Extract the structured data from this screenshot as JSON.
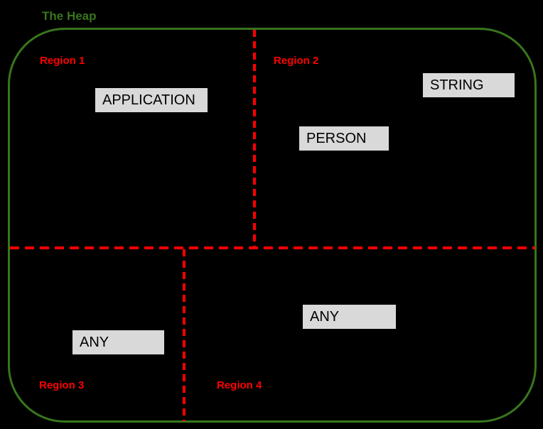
{
  "diagram": {
    "title": "The Heap",
    "colors": {
      "green": "#38761d",
      "red": "#ff0000",
      "box_fill": "#d9d9d9",
      "box_border": "#000000",
      "background": "#000000"
    },
    "regions": [
      {
        "label": "Region 1"
      },
      {
        "label": "Region 2"
      },
      {
        "label": "Region 3"
      },
      {
        "label": "Region 4"
      }
    ],
    "boxes": [
      {
        "label": "APPLICATION",
        "region": "Region 1"
      },
      {
        "label": "STRING",
        "region": "Region 2"
      },
      {
        "label": "PERSON",
        "region": "Region 2"
      },
      {
        "label": "ANY",
        "region": "Region 3"
      },
      {
        "label": "ANY",
        "region": "Region 4"
      }
    ]
  }
}
